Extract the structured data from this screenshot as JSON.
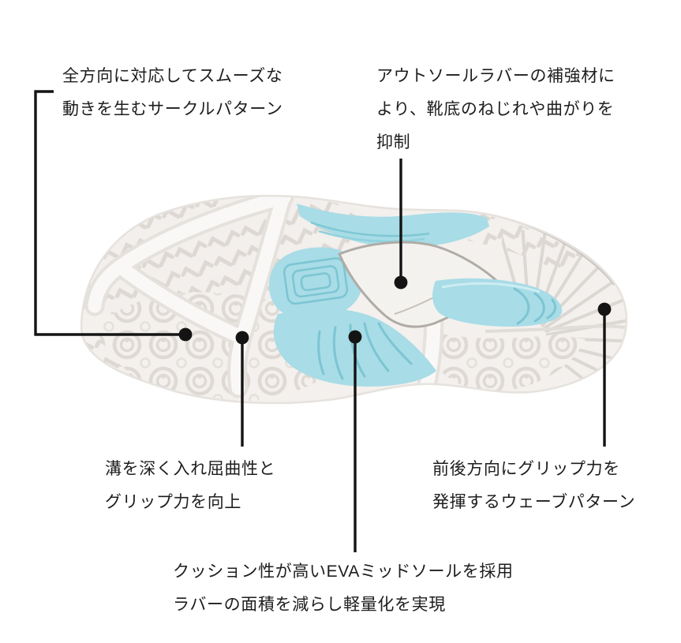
{
  "figure_type": "shoe-outsole-feature-diagram",
  "annotations": [
    {
      "id": "circle-pattern",
      "target": "toe-circle-pattern",
      "lines": [
        "全方向に対応してスムーズな",
        "動きを生むサークルパターン"
      ]
    },
    {
      "id": "outsole-reinforcement",
      "target": "midfoot-truss",
      "lines": [
        "アウトソールラバーの補強材に",
        "より、靴底のねじれや曲がりを",
        "抑制"
      ]
    },
    {
      "id": "deep-grooves",
      "target": "flex-groove",
      "lines": [
        "溝を深く入れ屈曲性と",
        "グリップ力を向上"
      ]
    },
    {
      "id": "wave-pattern",
      "target": "heel-wave-pattern",
      "lines": [
        "前後方向にグリップ力を",
        "発揮するウェーブパターン"
      ]
    },
    {
      "id": "eva-midsole",
      "target": "eva-midsole-window",
      "lines": [
        "クッション性が高いEVAミッドソールを採用",
        "ラバーの面積を減らし軽量化を実現"
      ]
    }
  ],
  "colors": {
    "background": "#ffffff",
    "text": "#1d1d1d",
    "leader_line": "#141414",
    "sole_base": "#f3f0ed",
    "pattern_line": "#ddd8d3",
    "accent_blue": "#a8dce6",
    "accent_blue_dark": "#7cc5d3",
    "truss_outline": "#b0aba6"
  }
}
